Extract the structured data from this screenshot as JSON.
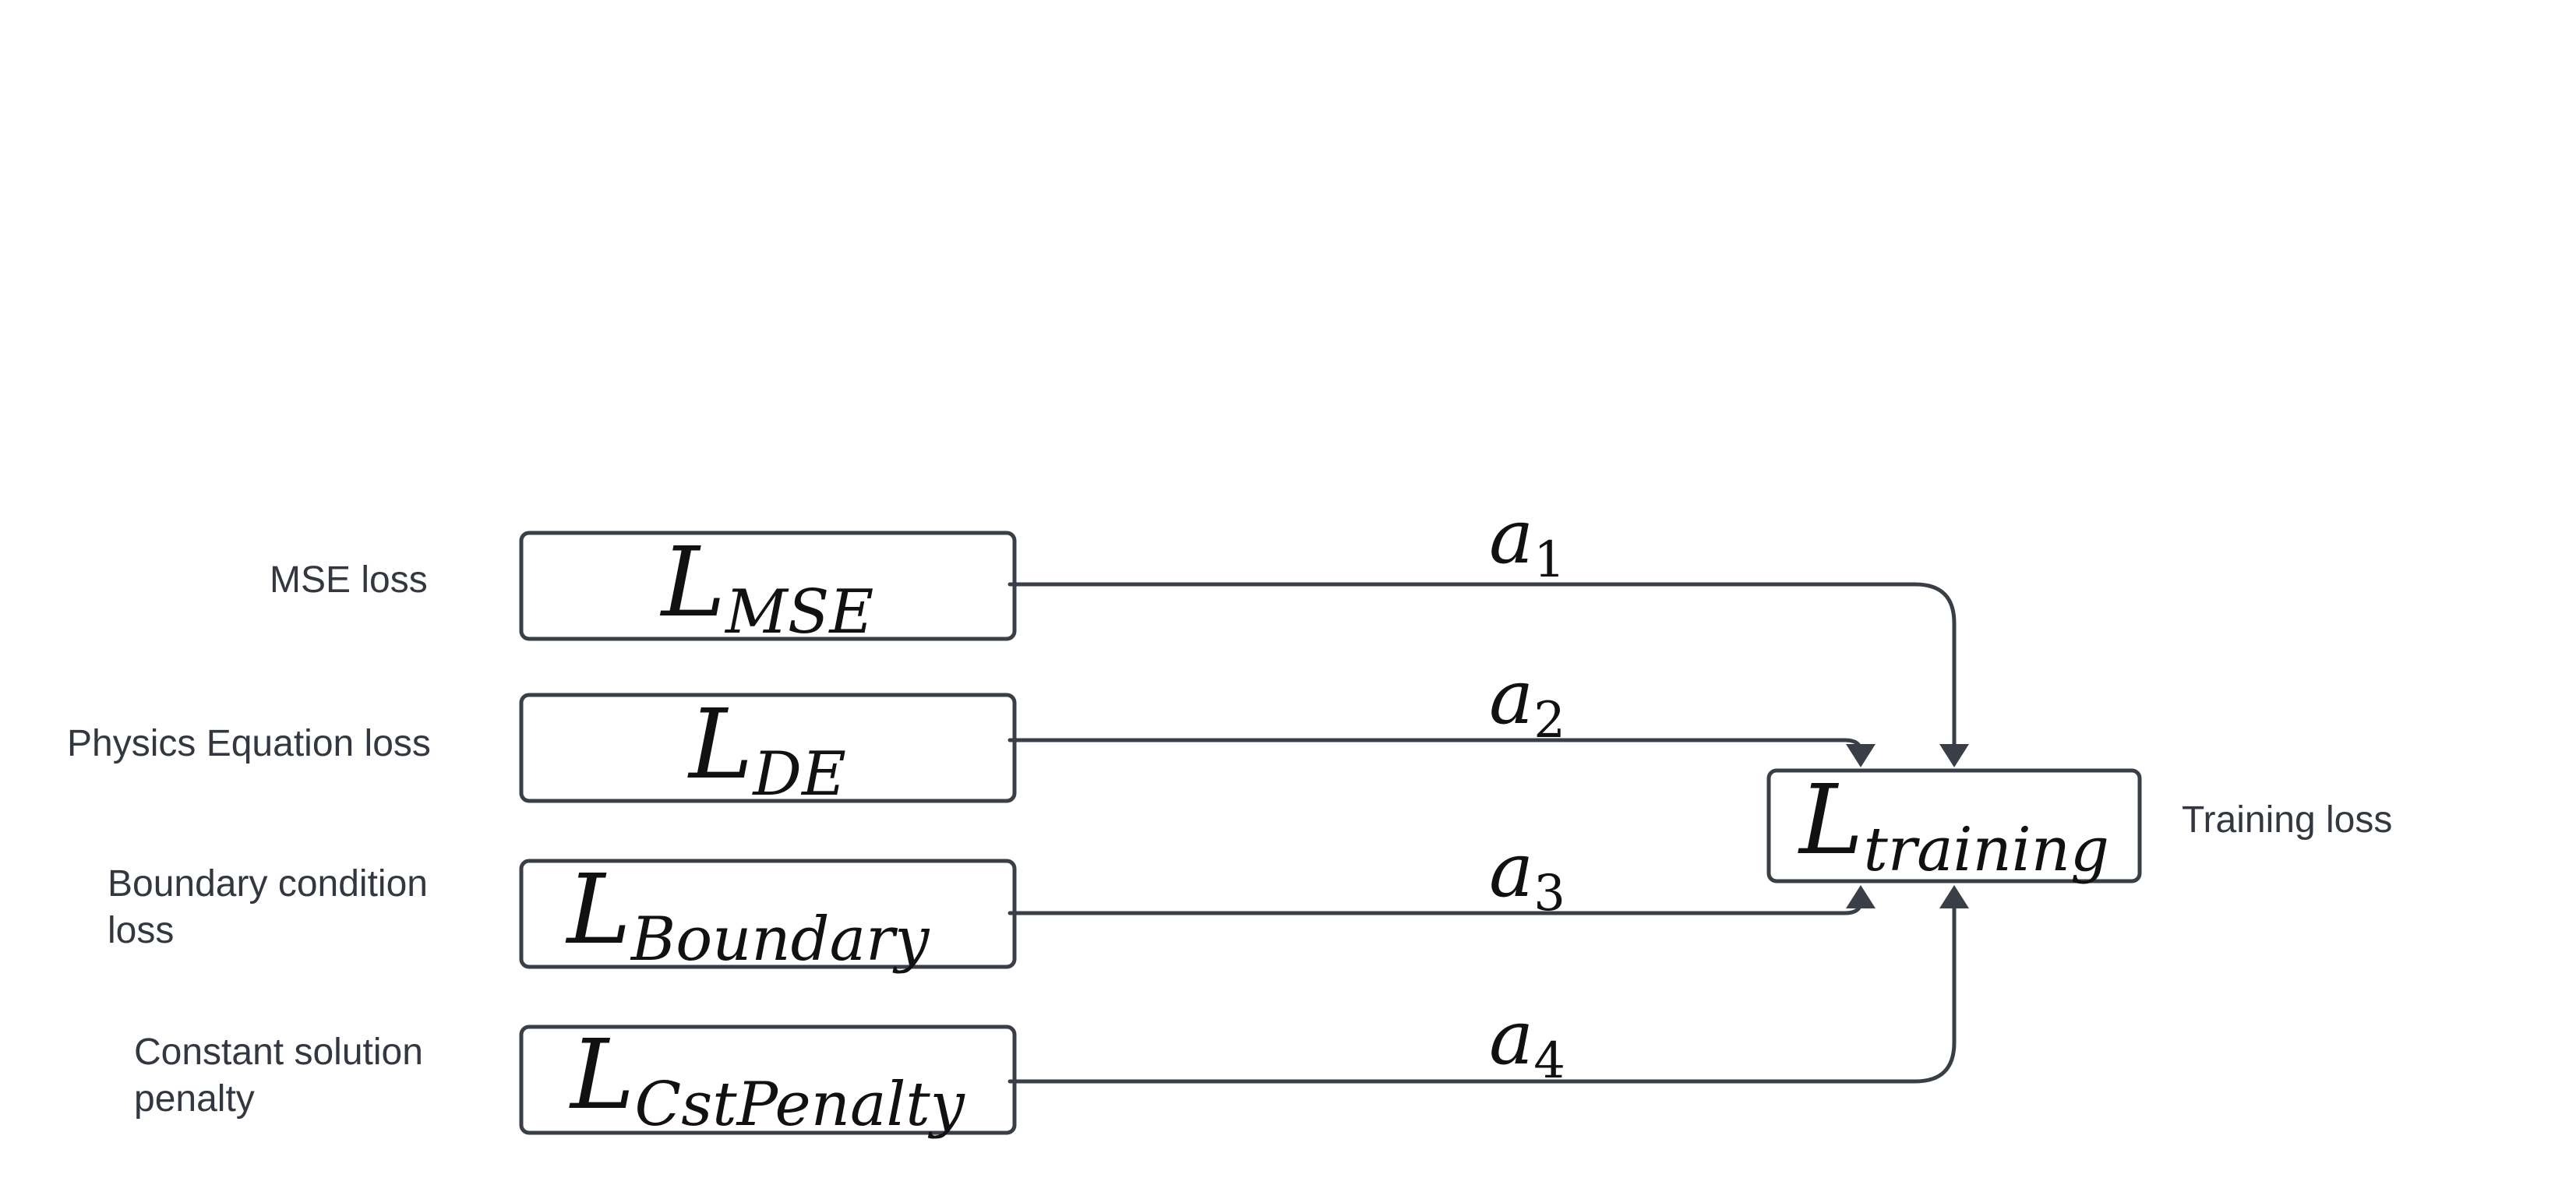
{
  "inputs": [
    {
      "id": "mse",
      "label_lines": [
        "MSE loss"
      ],
      "symbol": "L",
      "subscript": "MSE",
      "weight": "a",
      "weight_index": "1"
    },
    {
      "id": "de",
      "label_lines": [
        "Physics Equation loss"
      ],
      "symbol": "L",
      "subscript": "DE",
      "weight": "a",
      "weight_index": "2"
    },
    {
      "id": "boundary",
      "label_lines": [
        "Boundary condition",
        "loss"
      ],
      "symbol": "L",
      "subscript": "Boundary",
      "weight": "a",
      "weight_index": "3"
    },
    {
      "id": "penalty",
      "label_lines": [
        "Constant solution",
        "penalty"
      ],
      "symbol": "L",
      "subscript": "CstPenalty",
      "weight": "a",
      "weight_index": "4"
    }
  ],
  "output": {
    "label": "Training loss",
    "symbol": "L",
    "subscript": "training"
  },
  "colors": {
    "stroke": "#3a3f47",
    "text": "#333840"
  }
}
